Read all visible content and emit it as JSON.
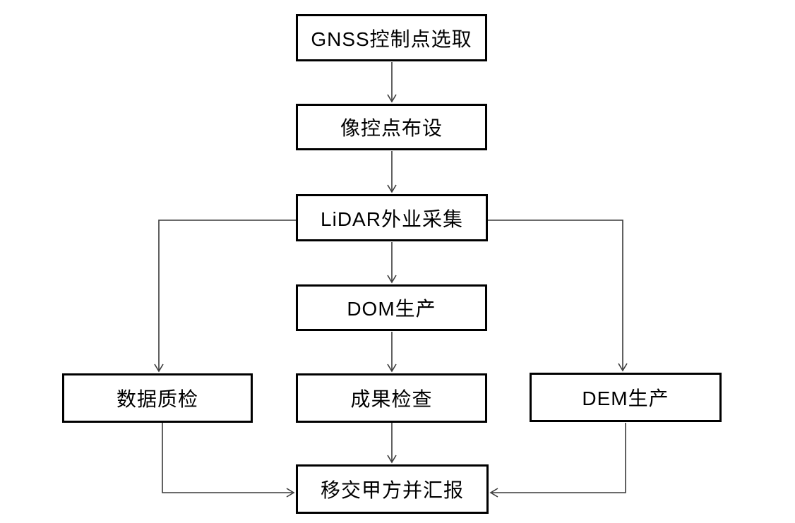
{
  "diagram": {
    "type": "flowchart",
    "background_color": "#ffffff",
    "colors": {
      "box_border": "#000000",
      "box_fill": "#ffffff",
      "text": "#000000",
      "connector": "#3a3a3a"
    },
    "nodes": [
      {
        "id": "gnss-control-point-selection",
        "label": "GNSS控制点选取"
      },
      {
        "id": "image-control-point-layout",
        "label": "像控点布设"
      },
      {
        "id": "lidar-field-collection",
        "label": "LiDAR外业采集"
      },
      {
        "id": "dom-production",
        "label": "DOM生产"
      },
      {
        "id": "data-quality-check",
        "label": "数据质检"
      },
      {
        "id": "result-inspection",
        "label": "成果检查"
      },
      {
        "id": "dem-production",
        "label": "DEM生产"
      },
      {
        "id": "handover-to-client-and-report",
        "label": "移交甲方并汇报"
      }
    ],
    "edges": [
      {
        "from": "GNSS控制点选取",
        "to": "像控点布设"
      },
      {
        "from": "像控点布设",
        "to": "LiDAR外业采集"
      },
      {
        "from": "LiDAR外业采集",
        "to": "DOM生产"
      },
      {
        "from": "LiDAR外业采集",
        "to": "数据质检"
      },
      {
        "from": "LiDAR外业采集",
        "to": "DEM生产"
      },
      {
        "from": "DOM生产",
        "to": "成果检查"
      },
      {
        "from": "成果检查",
        "to": "移交甲方并汇报"
      },
      {
        "from": "数据质检",
        "to": "移交甲方并汇报"
      },
      {
        "from": "DEM生产",
        "to": "移交甲方并汇报"
      }
    ]
  }
}
